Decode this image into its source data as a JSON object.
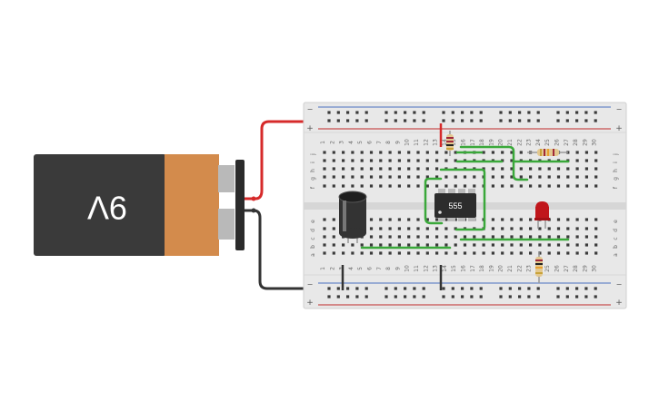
{
  "battery": {
    "label": "9V",
    "body_color": "#3a3a3a",
    "band_color": "#d38b4c"
  },
  "timer_ic": {
    "label": "555"
  },
  "breadboard": {
    "columns": [
      "1",
      "2",
      "3",
      "4",
      "5",
      "6",
      "7",
      "8",
      "9",
      "10",
      "11",
      "12",
      "13",
      "14",
      "15",
      "16",
      "17",
      "18",
      "19",
      "20",
      "21",
      "22",
      "23",
      "24",
      "25",
      "26",
      "27",
      "28",
      "29",
      "30"
    ],
    "rows_top": [
      "j",
      "i",
      "h",
      "g",
      "f"
    ],
    "rows_bottom": [
      "e",
      "d",
      "c",
      "b",
      "a"
    ],
    "rail_minus": "−",
    "rail_plus": "+"
  },
  "colors": {
    "wire_red": "#d62a2a",
    "wire_black": "#333333",
    "jumper_green": "#3aa83a",
    "led": "#c0161b",
    "board": "#e8e8e8"
  }
}
